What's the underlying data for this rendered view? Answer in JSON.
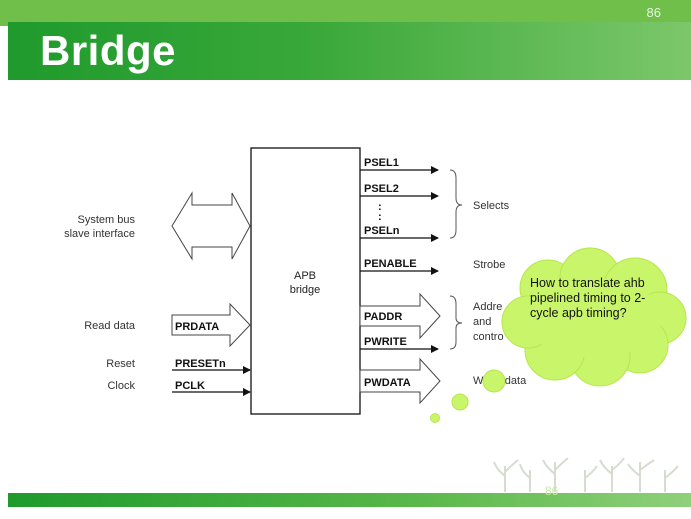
{
  "header": {
    "title": "Bridge",
    "page_number": "86"
  },
  "diagram": {
    "block_label_line1": "APB",
    "block_label_line2": "bridge",
    "left_labels": {
      "system_bus_line1": "System bus",
      "system_bus_line2": "slave interface",
      "read_data": "Read data",
      "reset": "Reset",
      "clock": "Clock"
    },
    "input_signals": {
      "prdata": "PRDATA",
      "preset": "PRESETn",
      "pclk": "PCLK"
    },
    "output_signals": {
      "psel1": "PSEL1",
      "psel2": "PSEL2",
      "ellipsis": ":",
      "pseln": "PSELn",
      "penable": "PENABLE",
      "paddr": "PADDR",
      "pwrite": "PWRITE",
      "pwdata": "PWDATA"
    },
    "right_labels": {
      "selects": "Selects",
      "strobe": "Strobe",
      "address_line1": "Addre",
      "address_line2": "and",
      "address_line3": "contro",
      "write_data": "W       data"
    }
  },
  "callout": {
    "text": "How to translate ahb pipelined timing to 2-cycle apb timing?"
  },
  "colors": {
    "banner_dark": "#1f9a2c",
    "banner_light": "#7cc76a",
    "cloud_fill": "#c9f56a"
  }
}
